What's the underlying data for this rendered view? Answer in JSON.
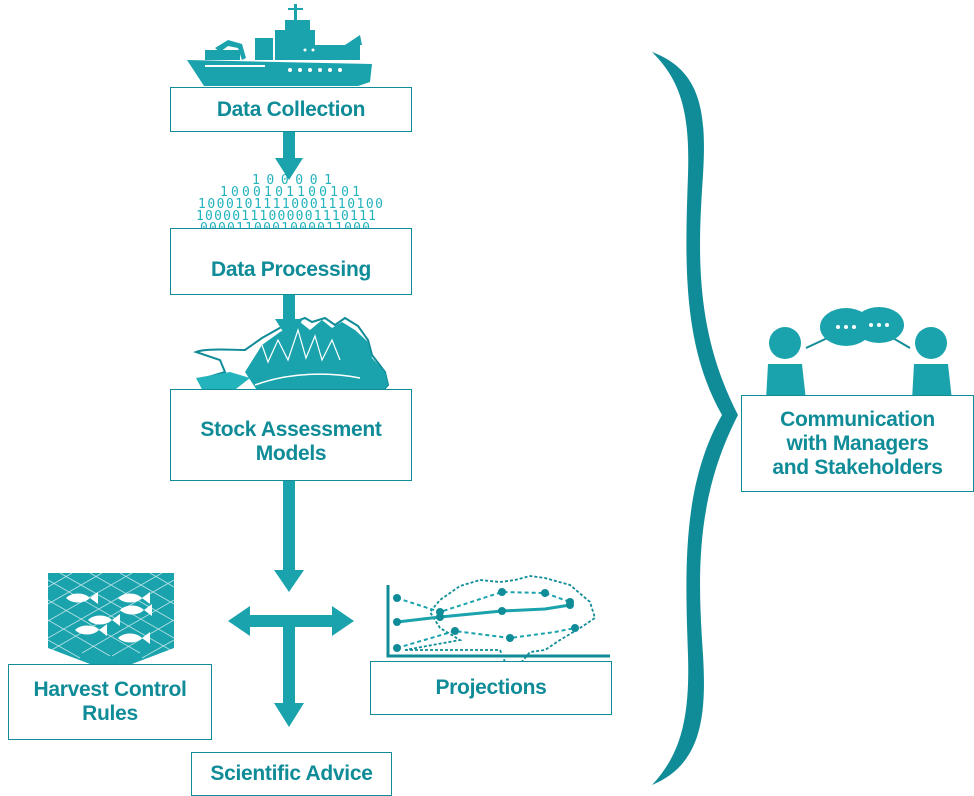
{
  "colors": {
    "teal": "#0f8c97",
    "light_teal": "#22b3bd",
    "fill_teal": "#1aa3ad"
  },
  "nodes": {
    "data_collection": "Data Collection",
    "data_processing": "Data Processing",
    "stock_assessment": [
      "Stock Assessment",
      "Models"
    ],
    "harvest_control": [
      "Harvest Control",
      "Rules"
    ],
    "projections": "Projections",
    "scientific_advice": "Scientific Advice",
    "communication": [
      "Communication",
      "with Managers",
      "and Stakeholders"
    ]
  },
  "icons": [
    "research-ship-icon",
    "binary-fish-icon",
    "rockfish-icon",
    "fishing-net-icon",
    "projection-chart-icon",
    "conversation-people-icon",
    "curly-brace"
  ]
}
